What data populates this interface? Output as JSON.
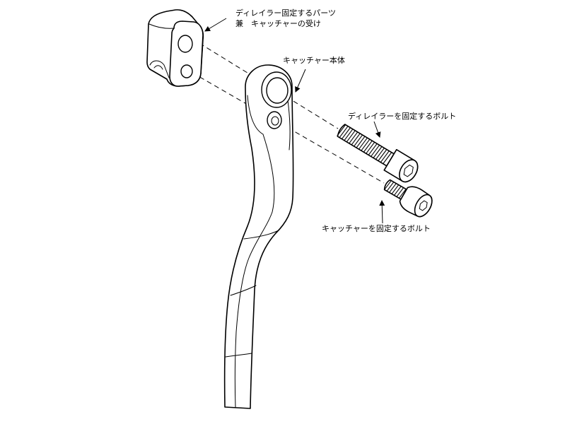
{
  "labels": {
    "derailleur_mount_part_line1": "ディレイラー固定するパーツ",
    "derailleur_mount_part_line2": "兼　キャッチャーの受け",
    "catcher_body": "キャッチャー本体",
    "derailleur_bolt": "ディレイラーを固定するボルト",
    "catcher_bolt": "キャッチャーを固定するボルト"
  },
  "colors": {
    "line": "#000000",
    "background": "#ffffff"
  }
}
